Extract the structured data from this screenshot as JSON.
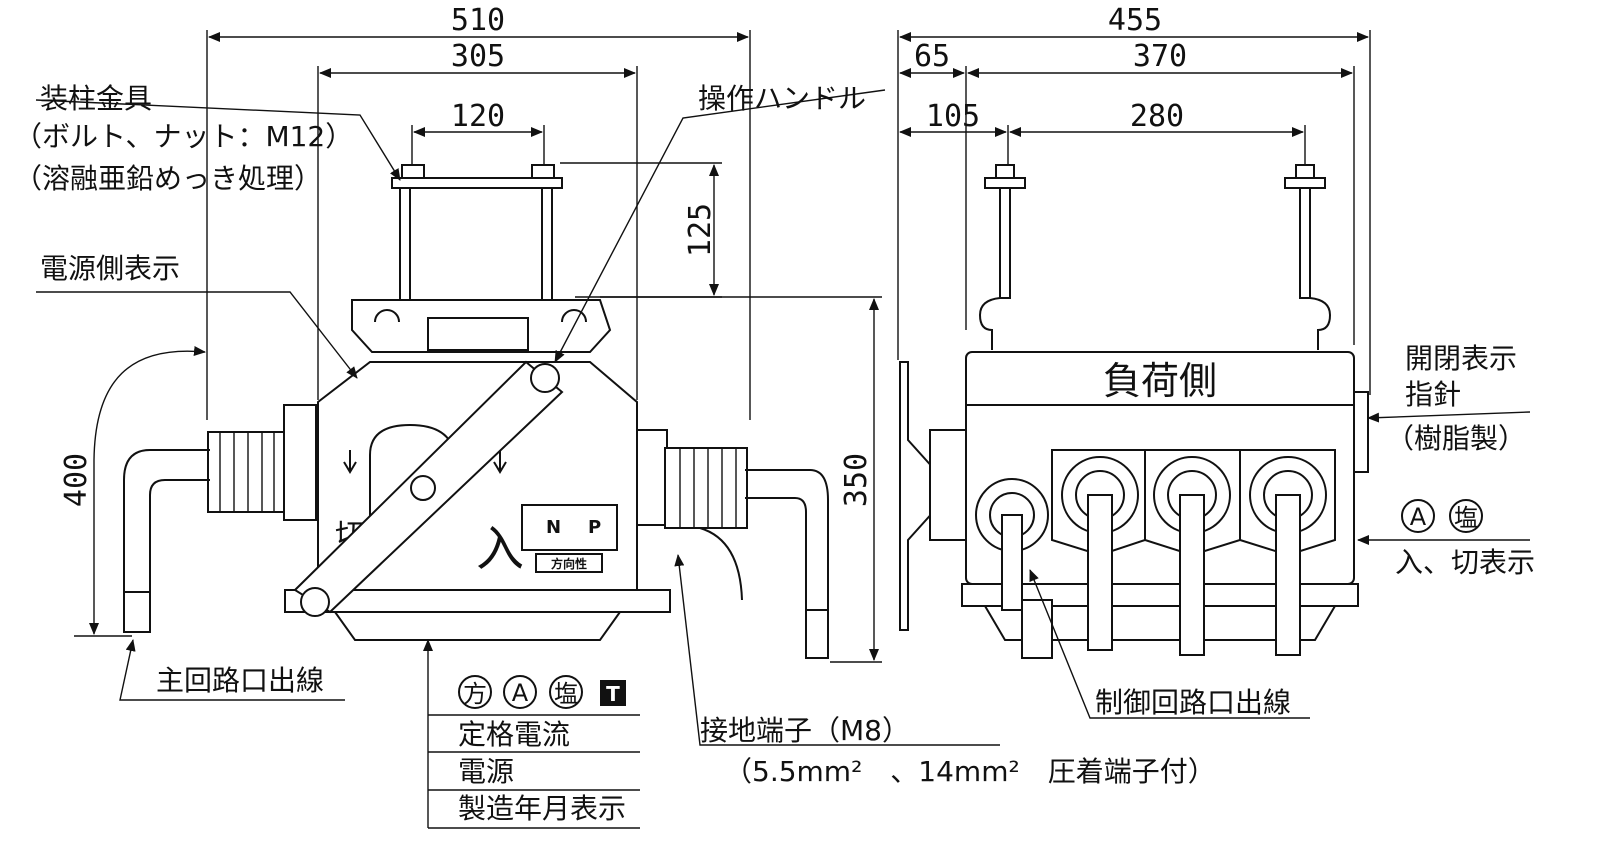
{
  "dims": {
    "d510": "510",
    "d305": "305",
    "d120": "120",
    "d125": "125",
    "d400": "400",
    "d350": "350",
    "d455": "455",
    "d65": "65",
    "d370": "370",
    "d105": "105",
    "d280": "280"
  },
  "labels": {
    "mount_title": "装柱金具",
    "mount_bolt": "（ボルト、ナット：M12）",
    "mount_galv": "（溶融亜鉛めっき処理）",
    "power_side": "電源側表示",
    "handle": "操作ハンドル",
    "main_lead": "主回路口出線",
    "rated_current": "定格電流",
    "power": "電源",
    "mfg_date": "製造年月表示",
    "ground": "接地端子（M8）",
    "ground_spec": "（5.5mm²　、14mm²　圧着端子付）",
    "control_lead": "制御回路口出線",
    "open_close_1": "開閉表示",
    "open_close_2": "指針",
    "open_close_3": "（樹脂製）",
    "on_off": "入、切表示",
    "load_side": "負荷側"
  },
  "marks": {
    "kata": "方",
    "a": "A",
    "shio": "塩",
    "tc_logo": "T"
  },
  "nameplate": {
    "n": "N",
    "p": "P",
    "direction": "方向性",
    "on": "入",
    "off": "切"
  }
}
